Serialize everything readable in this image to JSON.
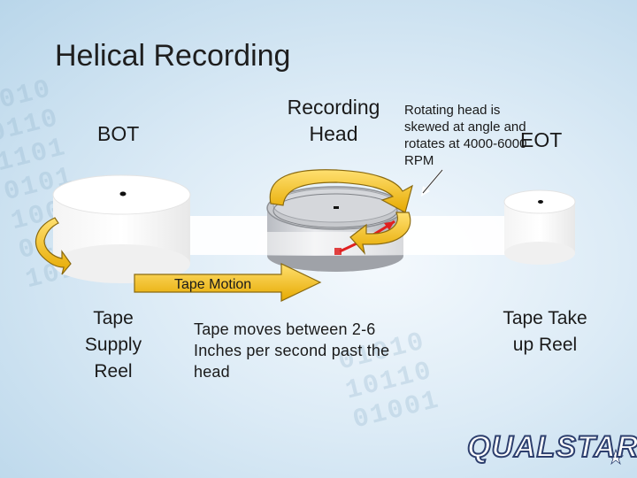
{
  "title": "Helical Recording",
  "labels": {
    "bot": "BOT",
    "eot": "EOT",
    "recording_head": "Recording Head",
    "rotating_head_note": "Rotating head is skewed at angle and rotates at 4000-6000 RPM",
    "tape_motion": "Tape Motion",
    "supply_reel": "Tape Supply Reel",
    "tape_speed_note": "Tape moves between 2-6 Inches per second past the head",
    "takeup_reel": "Tape Take up Reel"
  },
  "logo": {
    "text": "QUALSTAR",
    "symbol": "®"
  },
  "colors": {
    "background": "#dcebf6",
    "tape": "#ffffff",
    "arrow_fill": "#f2c01e",
    "arrow_stroke": "#8a6a10",
    "head_arrow": "#e02020",
    "logo_outline": "#2d3f6e"
  },
  "icons": [
    "rotation-arrow-icon",
    "tape-motion-arrow-icon",
    "pointer-arrow-icon",
    "star-icon"
  ]
}
